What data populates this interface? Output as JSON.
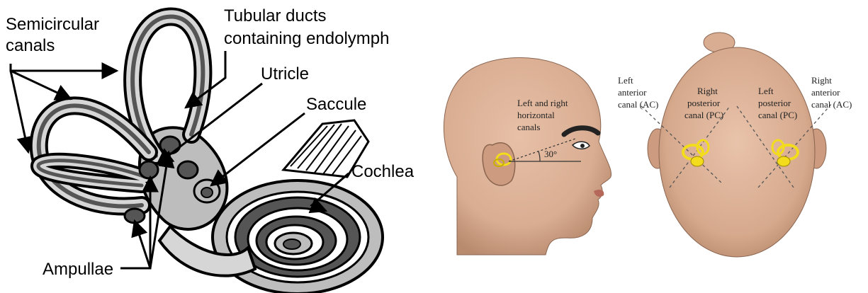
{
  "left_diagram": {
    "labels": {
      "semicircular_canals_line1": "Semicircular",
      "semicircular_canals_line2": "canals",
      "tubular_ducts_line1": "Tubular ducts",
      "tubular_ducts_line2": "containing endolymph",
      "utricle": "Utricle",
      "saccule": "Saccule",
      "cochlea": "Cochlea",
      "ampullae": "Ampullae"
    },
    "colors": {
      "outline": "#000000",
      "canal_dark": "#555555",
      "canal_light": "#d6d6d6",
      "cochlea_fill": "#bdbdbd"
    }
  },
  "right_diagram": {
    "side_view": {
      "horizontal_canals_line1": "Left and right",
      "horizontal_canals_line2": "horizontal",
      "horizontal_canals_line3": "canals",
      "angle": "30°"
    },
    "top_view": {
      "left_ac_line1": "Left",
      "left_ac_line2": "anterior",
      "left_ac_line3": "canal (AC)",
      "right_pc_line1": "Right",
      "right_pc_line2": "posterior",
      "right_pc_line3": "canal (PC)",
      "left_pc_line1": "Left",
      "left_pc_line2": "posterior",
      "left_pc_line3": "canal (PC)",
      "right_ac_line1": "Right",
      "right_ac_line2": "anterior",
      "right_ac_line3": "canal (AC)"
    },
    "colors": {
      "skin": "#d9ad92",
      "skin_shadow": "#b88a6e",
      "canal_yellow": "#f2dc1c",
      "dash": "#555555"
    }
  }
}
